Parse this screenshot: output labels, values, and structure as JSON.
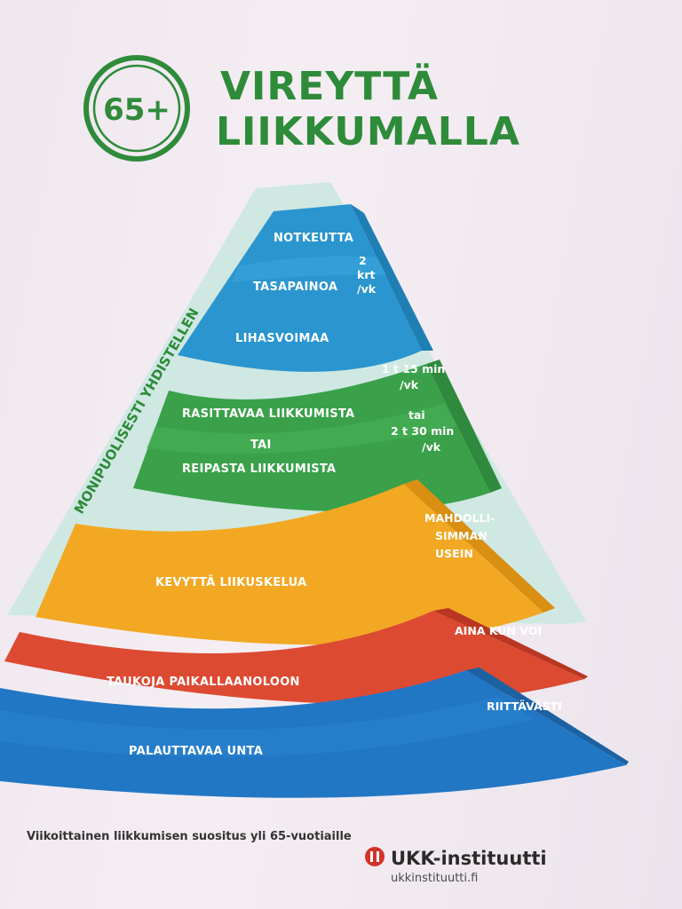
{
  "badge": "65+",
  "title": {
    "line1": "VIREYTTÄ",
    "line2": "LIIKKUMALLA"
  },
  "side_label": "MONIPUOLISESTI YHDISTELLEN",
  "levels": {
    "top": {
      "items": [
        "NOTKEUTTA",
        "TASAPAINOA",
        "LIHASVOIMAA"
      ],
      "side": [
        "2",
        "krt",
        "/vk"
      ]
    },
    "green": {
      "items": [
        "RASITTAVAA LIIKKUMISTA",
        "TAI",
        "REIPASTA LIIKKUMISTA"
      ],
      "side": [
        "1 t 15 min",
        "/vk",
        "tai",
        "2 t 30 min",
        "/vk"
      ]
    },
    "yellow": {
      "item": "KEVYTTÄ LIIKUSKELUA",
      "side": [
        "MAHDOLLI-",
        "SIMMAN",
        "USEIN"
      ]
    },
    "red": {
      "item": "TAUKOJA PAIKALLAANOLOON",
      "side": "AINA KUN VOI"
    },
    "blue": {
      "item": "PALAUTTAVAA UNTA",
      "side": "RIITTÄVÄSTI"
    }
  },
  "footer": {
    "caption": "Viikoittainen liikkumisen suositus yli 65-vuotiaille",
    "org": "UKK-instituutti",
    "url": "ukkinstituutti.fi"
  },
  "colors": {
    "title_green": "#2e8b3a",
    "frame": "#cfe8e2",
    "top_level": "#2a95cf",
    "green_level": "#3aa14a",
    "yellow_level": "#f2a823",
    "red_level": "#dc4a32",
    "blue_level": "#2277c4",
    "logo_red": "#d2342a"
  }
}
